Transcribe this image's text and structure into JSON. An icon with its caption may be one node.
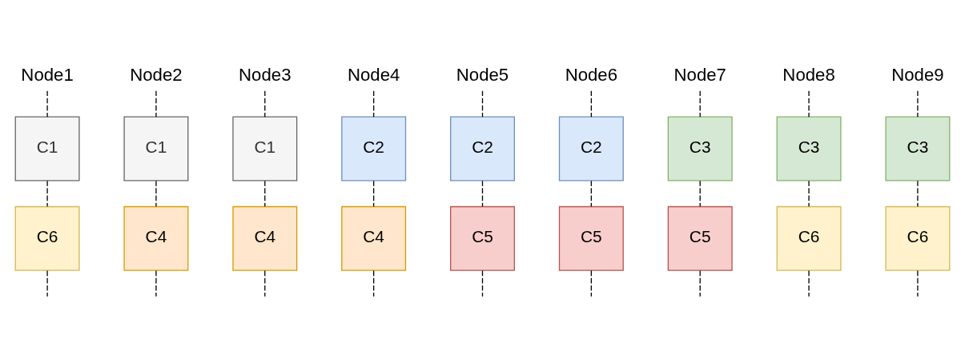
{
  "diagram": {
    "nodes": [
      {
        "text": [
          "Node1"
        ]
      },
      {
        "text": [
          "Node2"
        ]
      },
      {
        "text": [
          "Node3"
        ]
      },
      {
        "text": [
          "Node4"
        ]
      },
      {
        "text": [
          "Node5"
        ]
      },
      {
        "text": [
          "Node6"
        ]
      },
      {
        "text": [
          "Node7"
        ]
      },
      {
        "text": [
          "Node8"
        ]
      },
      {
        "text": [
          "Node9"
        ]
      },
      {
        "text": [
          "C1"
        ]
      },
      {
        "text": [
          "C1"
        ]
      },
      {
        "text": [
          "C1"
        ]
      },
      {
        "text": [
          "C2"
        ]
      },
      {
        "text": [
          "C2"
        ]
      },
      {
        "text": [
          "C2"
        ]
      },
      {
        "text": [
          "C3"
        ]
      },
      {
        "text": [
          "C3"
        ]
      },
      {
        "text": [
          "C3"
        ]
      },
      {
        "text": [
          "C6"
        ]
      },
      {
        "text": [
          "C4"
        ]
      },
      {
        "text": [
          "C4"
        ]
      },
      {
        "text": [
          "C4"
        ]
      },
      {
        "text": [
          "C5"
        ]
      },
      {
        "text": [
          "C5"
        ]
      },
      {
        "text": [
          "C5"
        ]
      },
      {
        "text": [
          "C6"
        ]
      },
      {
        "text": [
          "C6"
        ]
      }
    ],
    "edges": [
      {
        "from": 0,
        "to": 9,
        "arrow": "none",
        "style": "dashed"
      },
      {
        "from": 9,
        "to": 18,
        "arrow": "none",
        "style": "dashed"
      },
      {
        "from": 18,
        "to": null,
        "arrow": "none",
        "style": "dashed"
      },
      {
        "from": 1,
        "to": 10,
        "arrow": "none",
        "style": "dashed"
      },
      {
        "from": 10,
        "to": 19,
        "arrow": "none",
        "style": "dashed"
      },
      {
        "from": 19,
        "to": null,
        "arrow": "none",
        "style": "dashed"
      },
      {
        "from": 2,
        "to": 11,
        "arrow": "none",
        "style": "dashed"
      },
      {
        "from": 11,
        "to": 20,
        "arrow": "none",
        "style": "dashed"
      },
      {
        "from": 20,
        "to": null,
        "arrow": "none",
        "style": "dashed"
      },
      {
        "from": 3,
        "to": 12,
        "arrow": "none",
        "style": "dashed"
      },
      {
        "from": 12,
        "to": 21,
        "arrow": "none",
        "style": "dashed"
      },
      {
        "from": 21,
        "to": null,
        "arrow": "none",
        "style": "dashed"
      },
      {
        "from": 4,
        "to": 13,
        "arrow": "none",
        "style": "dashed"
      },
      {
        "from": 13,
        "to": 22,
        "arrow": "none",
        "style": "dashed"
      },
      {
        "from": 22,
        "to": null,
        "arrow": "none",
        "style": "dashed"
      },
      {
        "from": 5,
        "to": 14,
        "arrow": "none",
        "style": "dashed"
      },
      {
        "from": 14,
        "to": 23,
        "arrow": "none",
        "style": "dashed"
      },
      {
        "from": 23,
        "to": null,
        "arrow": "none",
        "style": "dashed"
      },
      {
        "from": 6,
        "to": 15,
        "arrow": "none",
        "style": "dashed"
      },
      {
        "from": 15,
        "to": 24,
        "arrow": "none",
        "style": "dashed"
      },
      {
        "from": 24,
        "to": null,
        "arrow": "none",
        "style": "dashed"
      },
      {
        "from": 7,
        "to": 16,
        "arrow": "none",
        "style": "dashed"
      },
      {
        "from": 16,
        "to": 25,
        "arrow": "none",
        "style": "dashed"
      },
      {
        "from": 25,
        "to": null,
        "arrow": "none",
        "style": "dashed"
      },
      {
        "from": 8,
        "to": 17,
        "arrow": "none",
        "style": "dashed"
      },
      {
        "from": 17,
        "to": 26,
        "arrow": "none",
        "style": "dashed"
      },
      {
        "from": 26,
        "to": null,
        "arrow": "none",
        "style": "dashed"
      }
    ]
  }
}
